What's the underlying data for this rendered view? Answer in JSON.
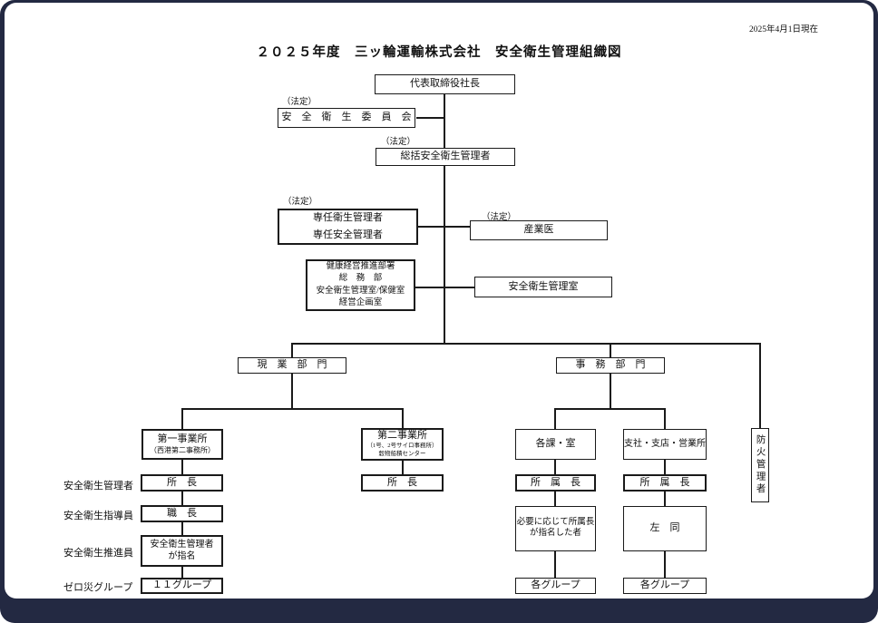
{
  "labels": {
    "title": "２０２５年度　三ッ輪運輸株式会社　安全衛生管理組織図",
    "date_note": "2025年4月1日現在",
    "legal": "（法定）"
  },
  "nodes": {
    "president": "代表取締役社長",
    "safety_health_committee": "安　全　衛　生　委　員　会",
    "general_safety_health_manager": "総括安全衛生管理者",
    "dedicated_health_manager": "専任衛生管理者",
    "dedicated_safety_manager": "専任安全管理者",
    "industrial_physician": "産業医",
    "health_mgmt_dept_line1": "健康経営推進部署",
    "health_mgmt_dept_line2": "総　務　部",
    "health_mgmt_dept_line3": "安全衛生管理室/保健室",
    "health_mgmt_dept_line4": "経営企画室",
    "safety_health_office": "安全衛生管理室",
    "field_division": "現　業　部　門",
    "admin_division": "事　務　部　門",
    "office1_title": "第一事業所",
    "office1_sub": "（西港第二事務所）",
    "office2_title": "第二事業所",
    "office2_sub1": "（1号、2号サイロ事務所）",
    "office2_sub2": "穀物船積センター",
    "sections_offices": "各課・室",
    "branch_offices": "支社・支店・営業所",
    "fire_prevention_manager": "防火管理者",
    "office1_chief": "所　長",
    "office2_chief": "所　長",
    "sections_head": "所　属　長",
    "branches_head": "所　属　長",
    "foreman": "職　長",
    "promoter_appointed_line1": "安全衛生管理者",
    "promoter_appointed_line2": "が指名",
    "groups_11": "１１グループ",
    "nominated_line1": "必要に応じて所属長",
    "nominated_line2": "が指名した者",
    "same_as_left": "左　同",
    "sections_groups": "各グループ",
    "branches_groups": "各グループ"
  },
  "row_labels": {
    "safety_health_manager": "安全衛生管理者",
    "safety_health_instructor": "安全衛生指導員",
    "safety_health_promoter": "安全衛生推進員",
    "zero_accident_group": "ゼロ災グループ"
  },
  "colors": {
    "frame": "#232942",
    "paper": "#ffffff",
    "line": "#1a1a1a"
  }
}
